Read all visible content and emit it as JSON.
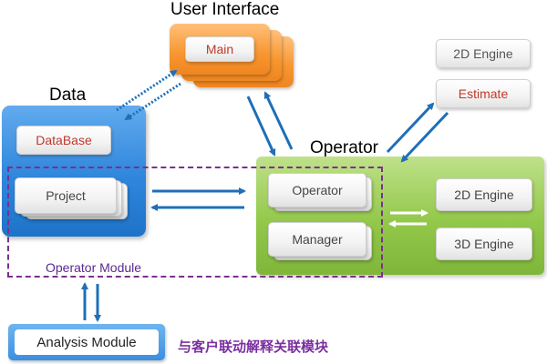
{
  "labels": {
    "user_interface": "User Interface",
    "data": "Data",
    "operator": "Operator"
  },
  "boxes": {
    "main": "Main",
    "engine_2d_top": "2D Engine",
    "estimate": "Estimate",
    "database": "DataBase",
    "project": "Project",
    "operator": "Operator",
    "manager": "Manager",
    "engine_2d": "2D Engine",
    "engine_3d": "3D Engine",
    "analysis_module": "Analysis Module"
  },
  "operator_module_label": "Operator Module",
  "chinese_caption": "与客户联动解释关联模块",
  "colors": {
    "data_panel": "#2f86dc",
    "operator_panel": "#93c84a",
    "ui_stack": "#f7962f",
    "arrow_blue": "#1f6fb8",
    "dashed_frame": "#7b2f8f",
    "caption_purple": "#7b2fa0",
    "red_text": "#c0392b"
  }
}
